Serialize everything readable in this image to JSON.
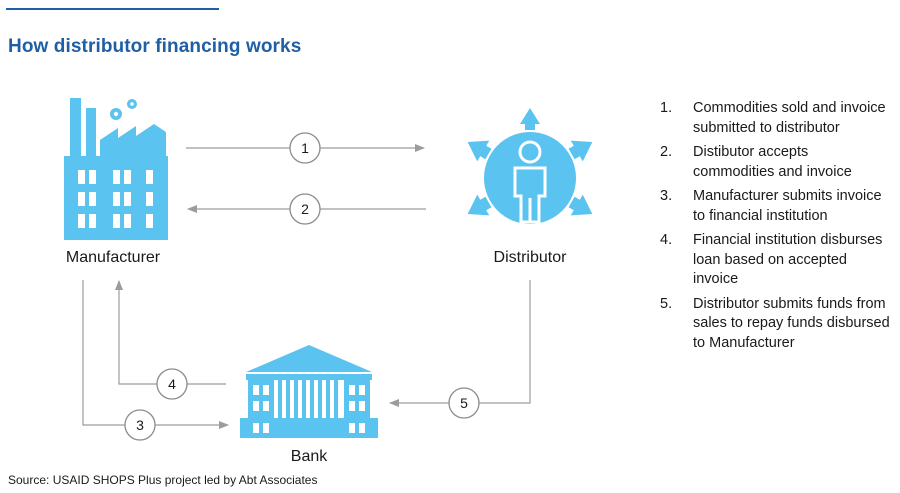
{
  "title": "How distributor financing works",
  "nodes": {
    "manufacturer": "Manufacturer",
    "distributor": "Distributor",
    "bank": "Bank"
  },
  "flows": [
    "1",
    "2",
    "3",
    "4",
    "5"
  ],
  "steps": [
    {
      "num": "1.",
      "text": "Commodities sold and invoice submitted to distributor"
    },
    {
      "num": "2.",
      "text": "Distibutor accepts commodities and invoice"
    },
    {
      "num": "3.",
      "text": "Manufacturer submits invoice to financial institution"
    },
    {
      "num": "4.",
      "text": "Financial institution disburses loan based on accepted invoice"
    },
    {
      "num": "5.",
      "text": "Distributor submits funds from sales to repay funds disbursed to Manufacturer"
    }
  ],
  "source": "Source: USAID SHOPS Plus project led by Abt Associates",
  "colors": {
    "accent": "#1f5fa3",
    "icon": "#5bc3f0",
    "arrow": "#9c9c9c"
  },
  "icons": {
    "manufacturer": "factory-icon",
    "distributor": "person-arrows-icon",
    "bank": "bank-icon"
  }
}
